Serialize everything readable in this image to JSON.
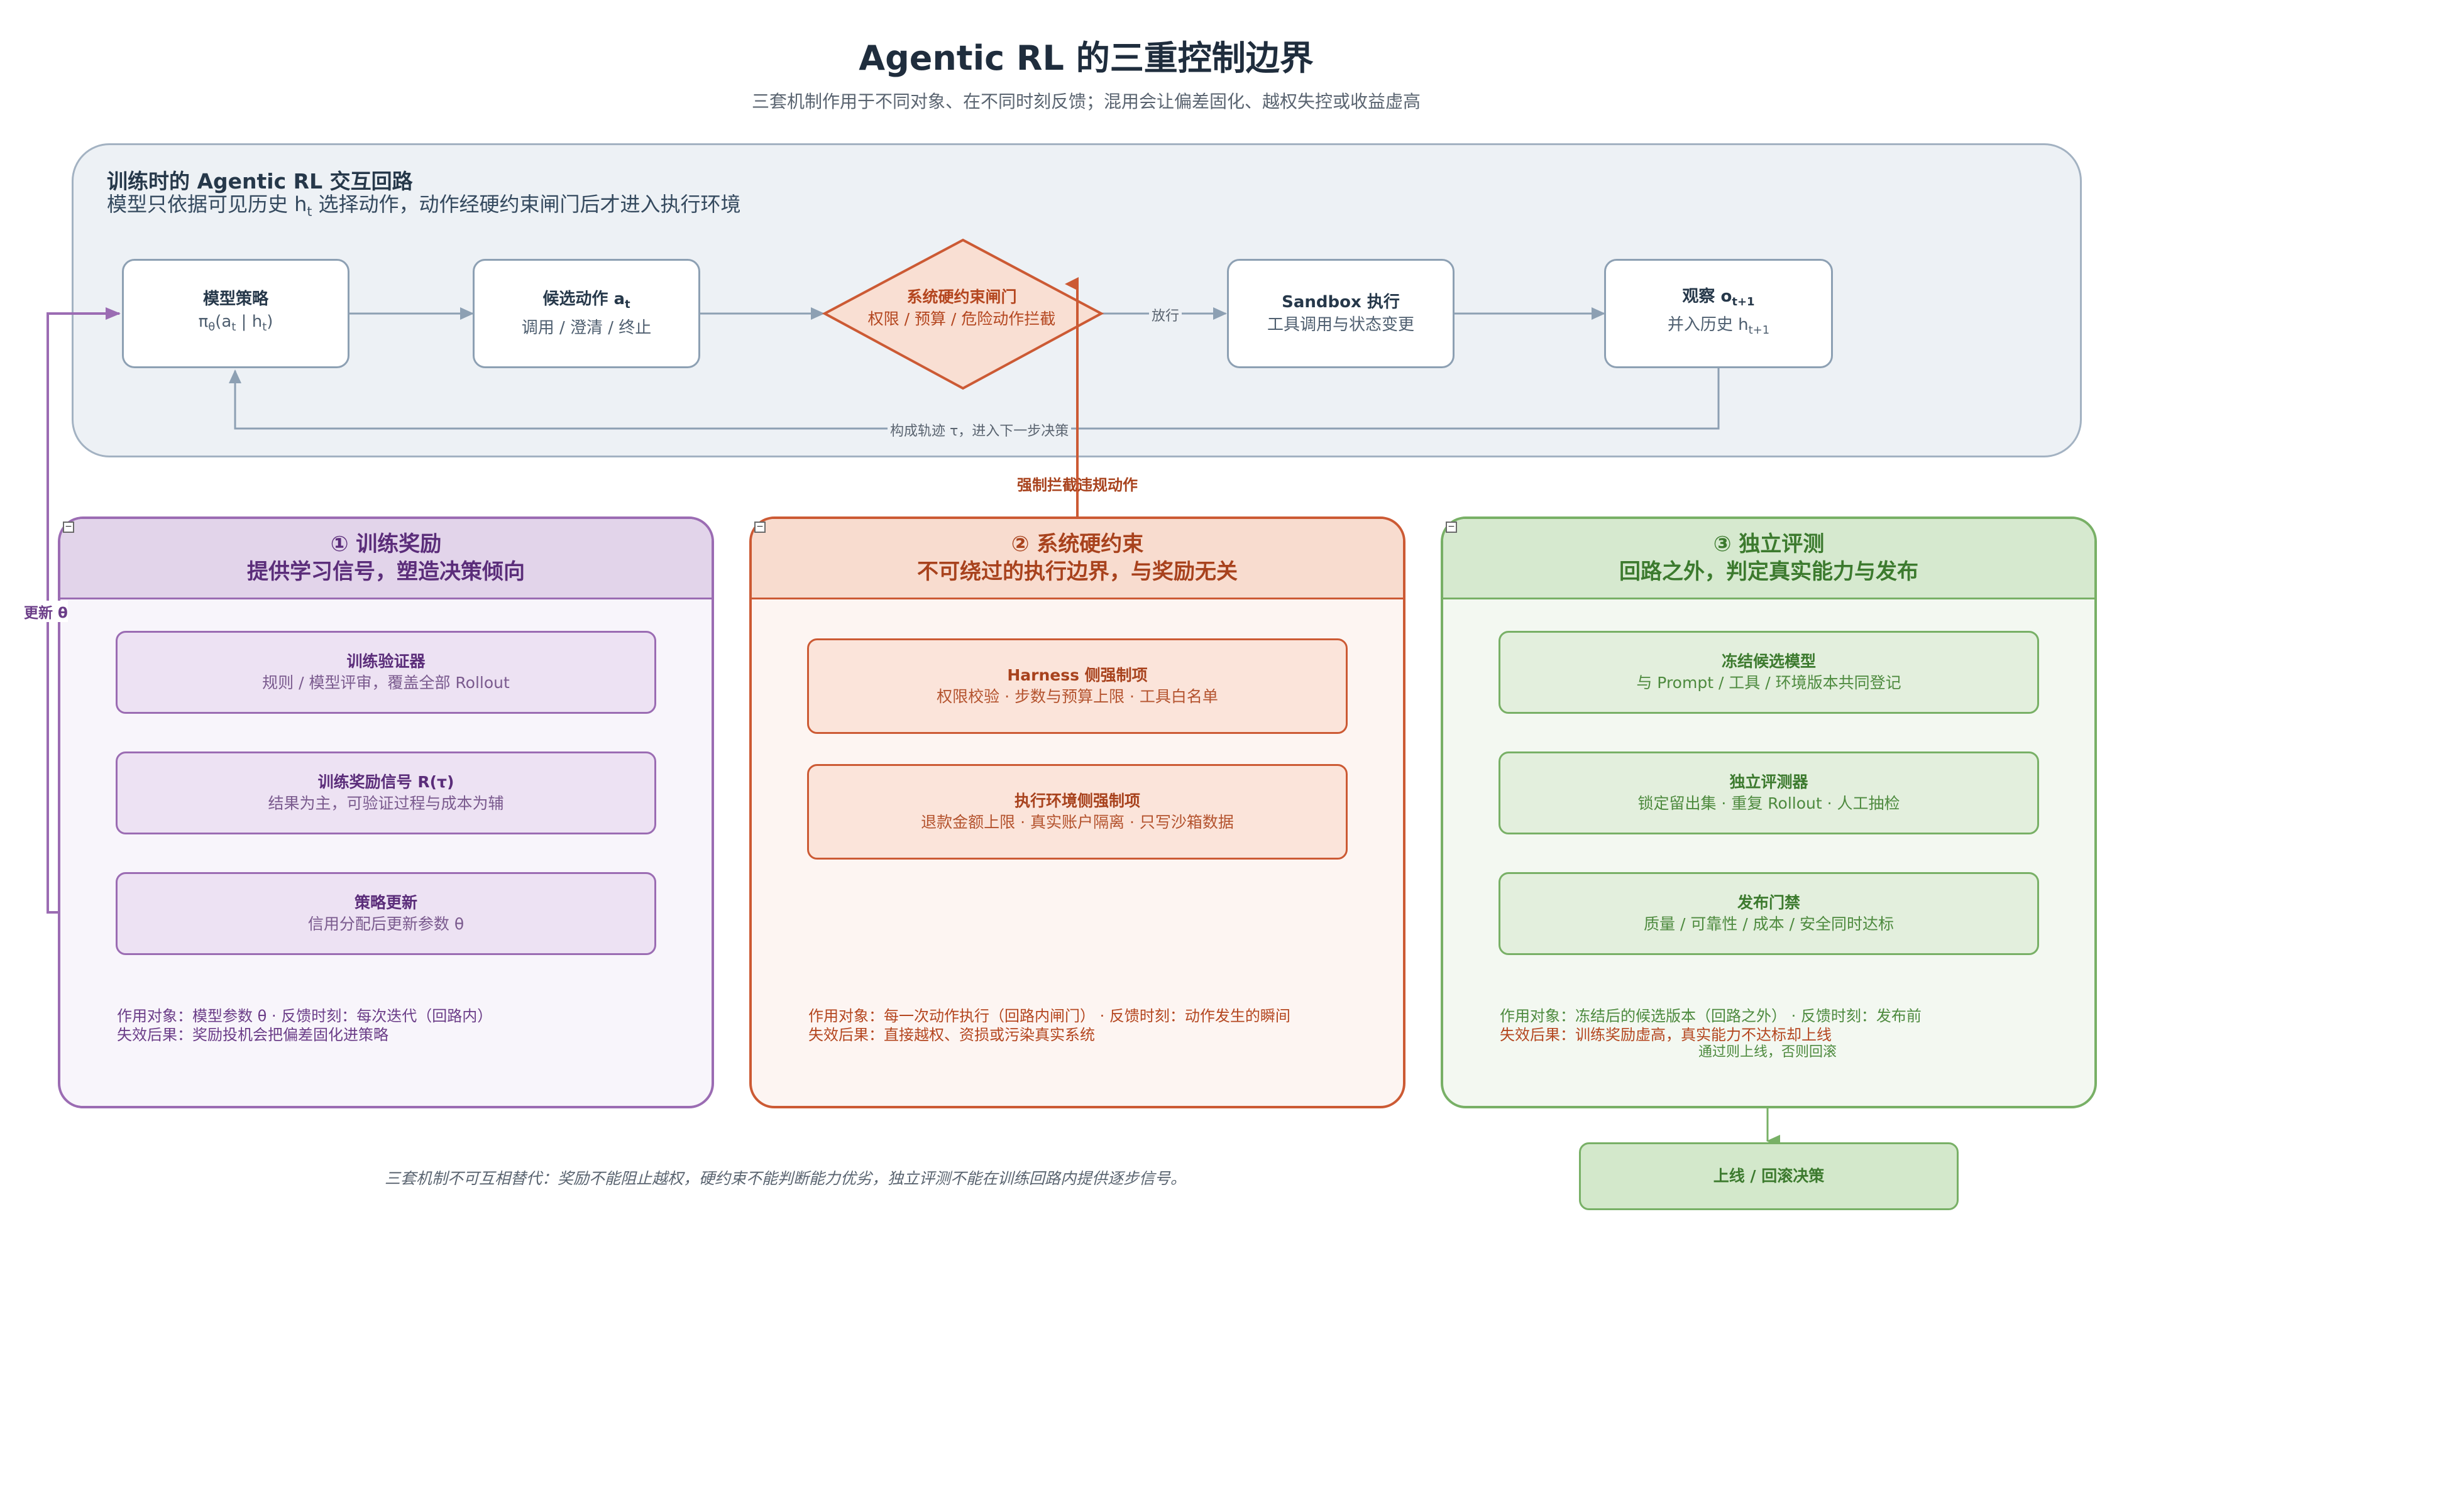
{
  "title": "Agentic RL 的三重控制边界",
  "subtitle": "三套机制作用于不同对象、在不同时刻反馈；混用会让偏差固化、越权失控或收益虚高",
  "loop": {
    "title": "训练时的 Agentic RL 交互回路",
    "desc_pre": "模型只依据可见历史 h",
    "desc_sub": "t",
    "desc_post": " 选择动作，动作经硬约束闸门后才进入执行环境",
    "policy": {
      "title": "模型策略",
      "formula_pre": "π",
      "formula_sub1": "θ",
      "formula_mid": "(a",
      "formula_sub2": "t",
      "formula_post": " | h",
      "formula_sub3": "t",
      "formula_end": ")"
    },
    "action": {
      "title_pre": "候选动作 a",
      "title_sub": "t",
      "desc": "调用 / 澄清 / 终止"
    },
    "gate": {
      "title": "系统硬约束闸门",
      "desc": "权限 / 预算 / 危险动作拦截"
    },
    "pass_label": "放行",
    "sandbox": {
      "title": "Sandbox 执行",
      "desc": "工具调用与状态变更"
    },
    "observe": {
      "title_pre": "观察 o",
      "title_sub": "t+1",
      "desc_pre": "并入历史 h",
      "desc_sub": "t+1"
    },
    "feedback_label": "构成轨迹 τ，进入下一步决策"
  },
  "enforce_label": "强制拦截违规动作",
  "update_label": "更新 θ",
  "panels": {
    "reward": {
      "head1": "① 训练奖励",
      "head2": "提供学习信号，塑造决策倾向",
      "boxes": [
        {
          "title": "训练验证器",
          "desc": "规则 / 模型评审，覆盖全部 Rollout"
        },
        {
          "title": "训练奖励信号 R(τ)",
          "desc": "结果为主，可验证过程与成本为辅"
        },
        {
          "title": "策略更新",
          "desc": "信用分配后更新参数 θ"
        }
      ],
      "foot1": "作用对象：模型参数 θ   ·   反馈时刻：每次迭代（回路内）",
      "foot2": "失效后果：奖励投机会把偏差固化进策略"
    },
    "hard": {
      "head1": "② 系统硬约束",
      "head2": "不可绕过的执行边界，与奖励无关",
      "boxes": [
        {
          "title": "Harness 侧强制项",
          "desc": "权限校验 · 步数与预算上限 · 工具白名单"
        },
        {
          "title": "执行环境侧强制项",
          "desc": "退款金额上限 · 真实账户隔离 · 只写沙箱数据"
        }
      ],
      "foot1": "作用对象：每一次动作执行（回路内闸门）   ·   反馈时刻：动作发生的瞬间",
      "foot2": "失效后果：直接越权、资损或污染真实系统"
    },
    "eval": {
      "head1": "③ 独立评测",
      "head2": "回路之外，判定真实能力与发布",
      "boxes": [
        {
          "title": "冻结候选模型",
          "desc": "与 Prompt / 工具 / 环境版本共同登记"
        },
        {
          "title": "独立评测器",
          "desc": "锁定留出集 · 重复 Rollout · 人工抽检"
        },
        {
          "title": "发布门禁",
          "desc": "质量 / 可靠性 / 成本 / 安全同时达标"
        }
      ],
      "foot1": "作用对象：冻结后的候选版本（回路之外）   ·   反馈时刻：发布前",
      "foot2": "失效后果：训练奖励虚高，真实能力不达标却上线"
    }
  },
  "release_label": "通过则上线，否则回滚",
  "release_box": "上线 / 回滚决策",
  "footnote": "三套机制不可互相替代：奖励不能阻止越权，硬约束不能判断能力优劣，独立评测不能在训练回路内提供逐步信号。",
  "colors": {
    "purple": "#9b6cb3",
    "orange": "#cc5a34",
    "green": "#78b066",
    "slate": "#8da0b3"
  }
}
